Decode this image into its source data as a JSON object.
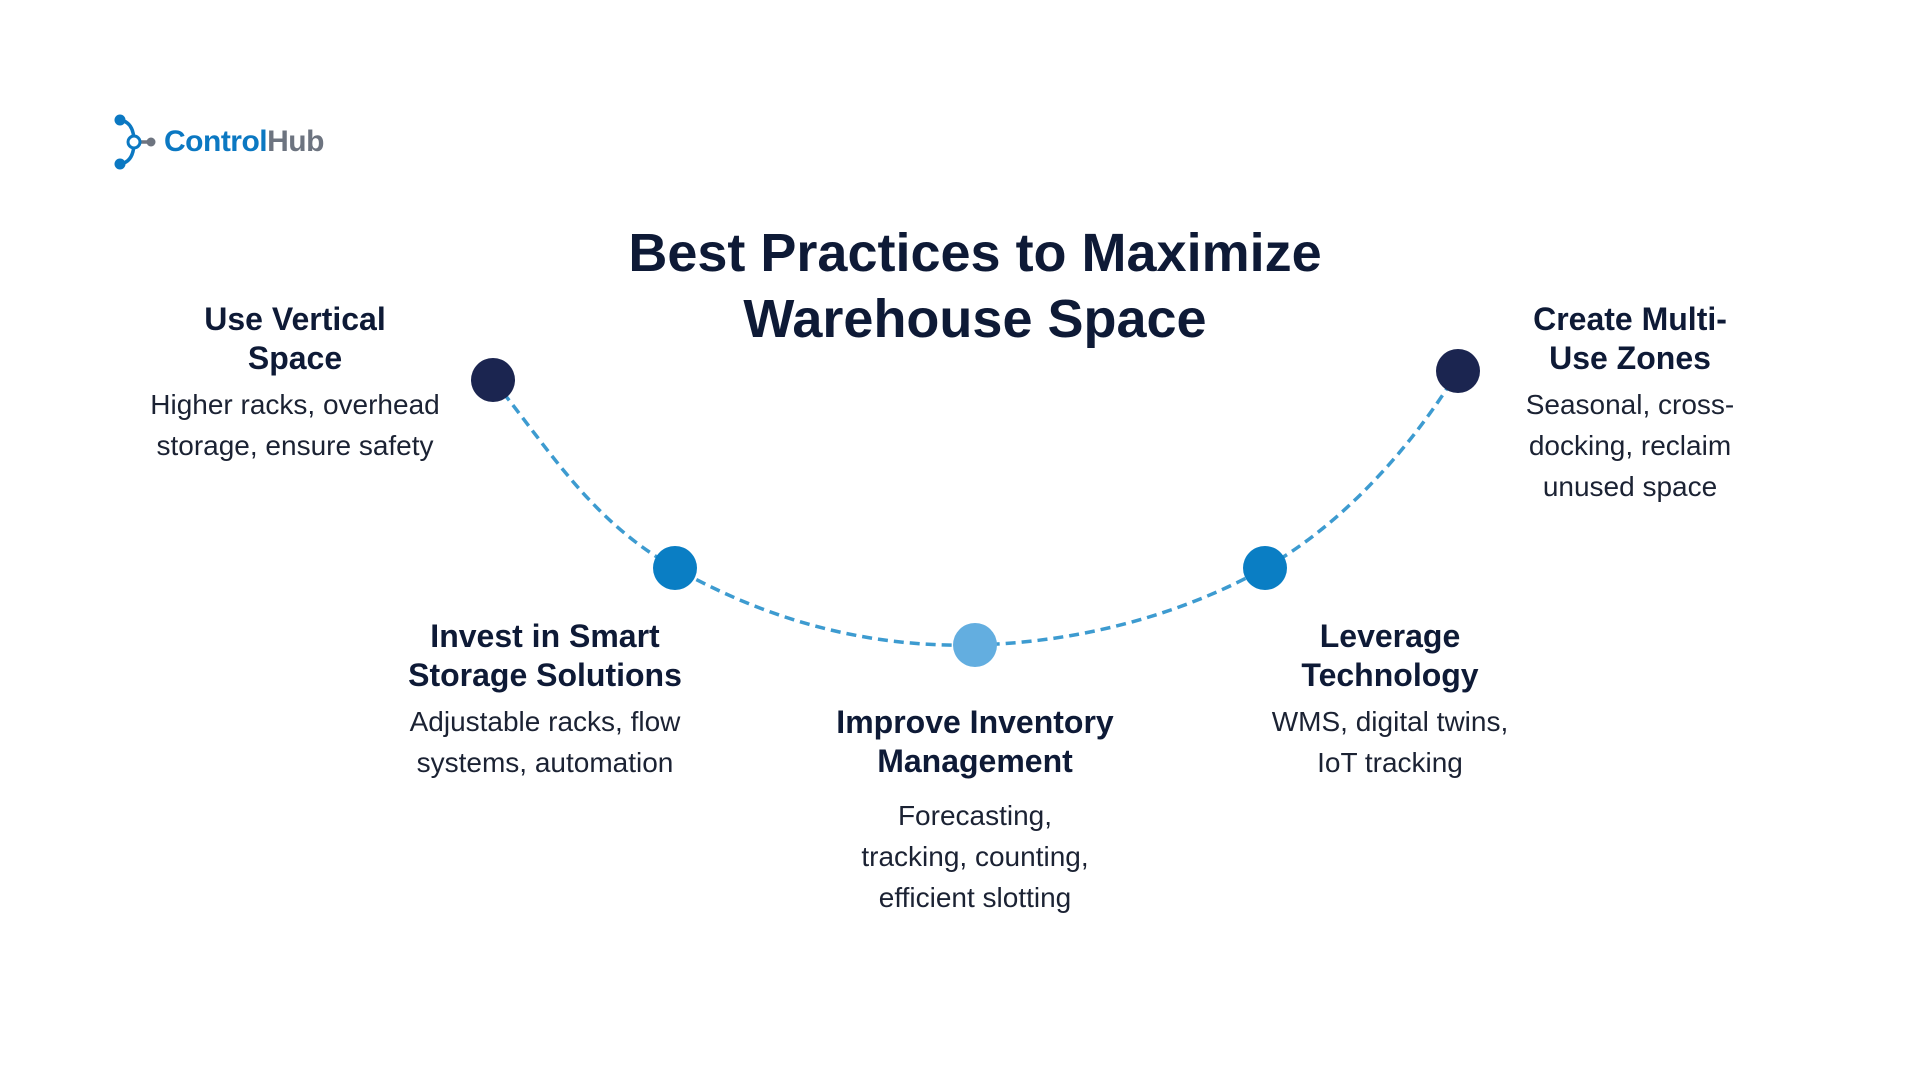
{
  "logo": {
    "name_part1": "Control",
    "name_part2": "Hub",
    "icon": "network-node-icon"
  },
  "title": {
    "line1": "Best Practices to Maximize",
    "line2": "Warehouse Space"
  },
  "colors": {
    "dark_node": "#1b2550",
    "mid_node": "#0a7ec4",
    "light_node": "#63aee0",
    "curve": "#3d9bd0",
    "text": "#0e1a36"
  },
  "stages": [
    {
      "title_lines": [
        "Use Vertical",
        "Space"
      ],
      "desc_lines": [
        "Higher racks, overhead",
        "storage, ensure safety"
      ],
      "node_color": "#1b2550"
    },
    {
      "title_lines": [
        "Invest in Smart",
        "Storage Solutions"
      ],
      "desc_lines": [
        "Adjustable racks, flow",
        "systems, automation"
      ],
      "node_color": "#0a7ec4"
    },
    {
      "title_lines": [
        "Improve Inventory",
        "Management"
      ],
      "desc_lines": [
        "Forecasting,",
        "tracking, counting,",
        "efficient slotting"
      ],
      "node_color": "#63aee0"
    },
    {
      "title_lines": [
        "Leverage",
        "Technology"
      ],
      "desc_lines": [
        "WMS, digital twins,",
        "IoT tracking"
      ],
      "node_color": "#0a7ec4"
    },
    {
      "title_lines": [
        "Create Multi-",
        "Use Zones"
      ],
      "desc_lines": [
        "Seasonal, cross-",
        "docking, reclaim",
        "unused space"
      ],
      "node_color": "#1b2550"
    }
  ]
}
